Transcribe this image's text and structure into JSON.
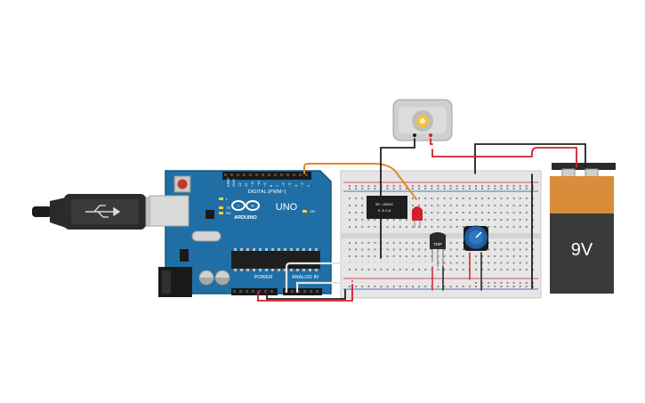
{
  "canvas": {
    "background": "#ffffff"
  },
  "arduino": {
    "brand": "ARDUINO",
    "model": "UNO",
    "digital_label": "DIGITAL (PWM~)",
    "power_label": "POWER",
    "analog_label": "ANALOG IN",
    "tx_label": "TX",
    "rx_label": "RX",
    "l_label": "L",
    "on_label": "ON",
    "board_color": "#1f6fa6"
  },
  "battery": {
    "label": "9V",
    "top_color": "#d98c3a",
    "body_color": "#3a3a3a"
  },
  "components": {
    "temp_sensor_label": "TMP",
    "relay_label": "SRD-05VDC",
    "relay_sub": "HKE-S-A"
  },
  "wire_colors": {
    "red": "#d0202a",
    "black": "#202020",
    "orange": "#e08a1e",
    "white": "#f2f2f2"
  }
}
